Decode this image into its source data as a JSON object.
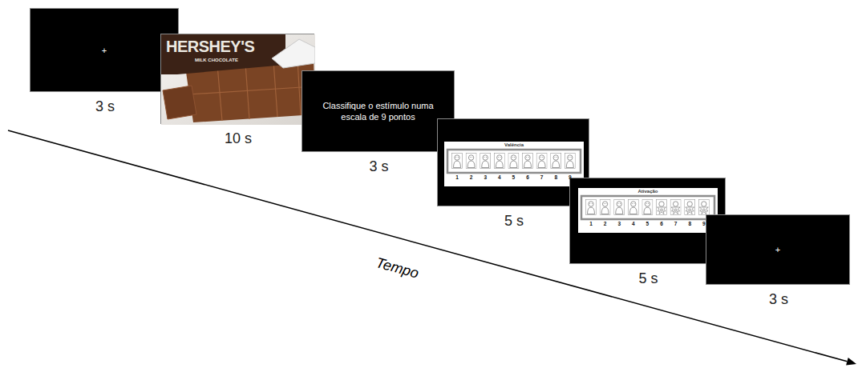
{
  "diagram": {
    "nodes": [
      {
        "text": [
          "+",
          "3 s"
        ]
      },
      {
        "text": [
          "HERSHEY'S",
          "MILK CHOCOLATE",
          "10 s"
        ]
      },
      {
        "text": [
          "Classifique o estímulo numa escala de 9 pontos",
          "3 s"
        ]
      },
      {
        "text": [
          "5 s"
        ]
      },
      {
        "text": [
          "Valência",
          "1",
          "2",
          "3",
          "4",
          "5",
          "6",
          "7",
          "8",
          "9"
        ],
        "in": 3
      },
      {
        "text": [
          "5 s"
        ]
      },
      {
        "text": [
          "Ativação",
          "1",
          "2",
          "3",
          "4",
          "5",
          "6",
          "7",
          "8",
          "9"
        ],
        "in": 5
      },
      {
        "text": [
          "+",
          "3 s"
        ]
      }
    ],
    "labels": [
      "Tempo"
    ]
  }
}
